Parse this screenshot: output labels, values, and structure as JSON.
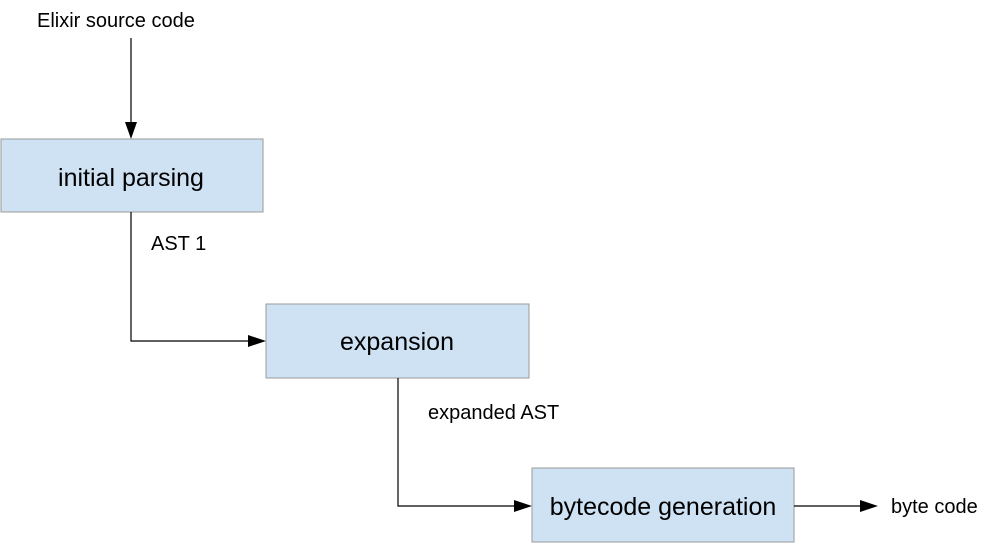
{
  "diagram": {
    "input_label": "Elixir source code",
    "output_label": "byte code",
    "nodes": {
      "parsing": "initial parsing",
      "expansion": "expansion",
      "generation": "bytecode generation"
    },
    "edges": {
      "parsing_to_expansion": "AST 1",
      "expansion_to_generation": "expanded AST"
    },
    "colors": {
      "node_fill": "#cfe2f3",
      "node_border": "#9a9a9a",
      "line": "#000000"
    }
  }
}
